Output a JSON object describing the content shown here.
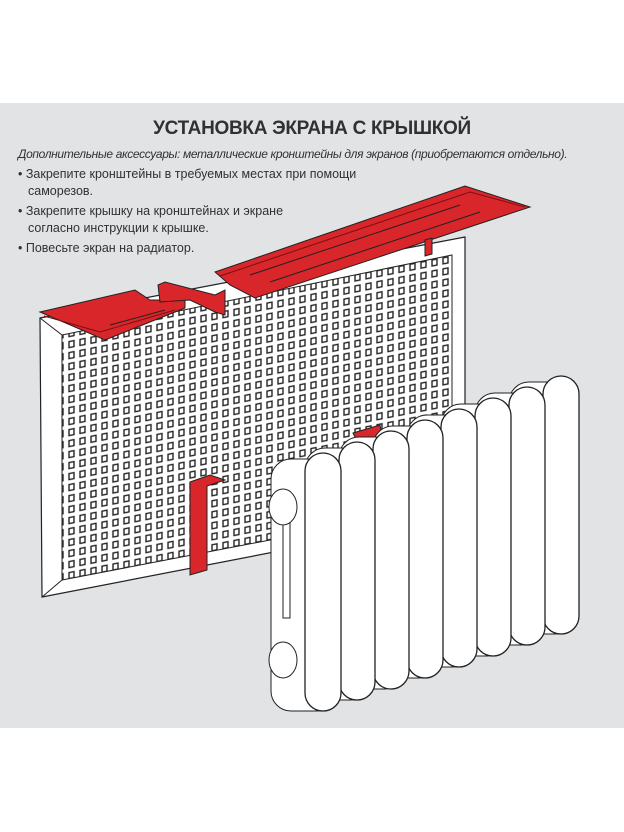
{
  "title": "УСТАНОВКА ЭКРАНА С КРЫШКОЙ",
  "subtitle": "Дополнительные аксессуары: металлические кронштейны для экранов (приобретаются отдельно).",
  "steps": [
    "• Закрепите кронштейны в требуемых местах при помощи саморезов.",
    "• Закрепите крышку на кронштейнах и экране согласно инструкции к крышке.",
    "• Повесьте экран на радиатор."
  ],
  "colors": {
    "accent": "#d8262b",
    "background": "#e2e3e4",
    "text": "#2e3135"
  },
  "radiator_sections": 8
}
